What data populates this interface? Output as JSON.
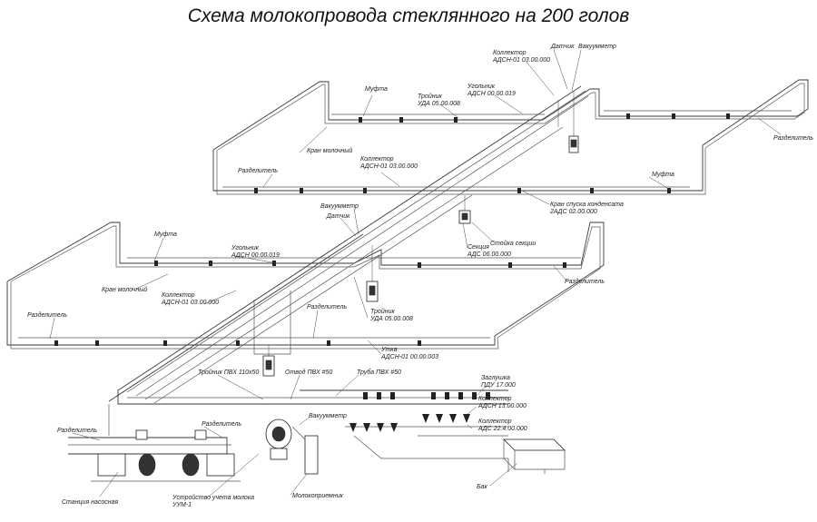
{
  "title": "Схема молокопровода стеклянного на 200 голов",
  "labels": {
    "kollektor_top_1": "Коллектор",
    "kollektor_top_2": "АДСН-01 03.00.000",
    "datchik_top": "Датчик",
    "vakuummetr_top": "Вакуумметр",
    "uglnik_top_1": "Угольник",
    "uglnik_top_2": "АДСН 00.00.019",
    "troynik_top_1": "Тройник",
    "troynik_top_2": "УДА 05.00.008",
    "mufta_top": "Муфта",
    "razdelitel_right_top": "Разделитель",
    "kran_molochny_top": "Кран молочный",
    "kollektor_mid_1": "Коллектор",
    "kollektor_mid_2": "АДСН-01 03.00.000",
    "razdelitel_mid": "Разделитель",
    "mufta_mid": "Муфта",
    "kran_spuska_1": "Кран спуска конденсата",
    "kran_spuska_2": "2АДС 02.00.000",
    "vakuummetr_mid": "Вакуумметр",
    "datchik_mid": "Датчик",
    "stoyka": "Стойка секции",
    "sekciya_1": "Секция",
    "sekciya_2": "АДС 06.00.000",
    "mufta_left": "Муфта",
    "uglnik_left_1": "Угольник",
    "uglnik_left_2": "АДСН 00.00.019",
    "razdelitel_right_low": "Разделитель",
    "kran_molochny_left": "Кран молочный",
    "kollektor_left_1": "Коллектор",
    "kollektor_left_2": "АДСН-01 03.00.000",
    "razdelitel_left": "Разделитель",
    "razdelitel_center": "Разделитель",
    "troynik_low_1": "Тройник",
    "troynik_low_2": "УДА 05.00.008",
    "utka_1": "Утка",
    "utka_2": "АДСН-01 00.00.003",
    "troynik_pvh": "Тройник ПВХ 110х50",
    "otvod_pvh": "Отвод ПВХ #50",
    "truba_pvh": "Труба ПВХ #50",
    "zaglushka_1": "Заглушка",
    "zaglushka_2": "ПДУ 17.000",
    "kollektor_r1_1": "Коллектор",
    "kollektor_r1_2": "АДСН 13.00.000",
    "kollektor_r2_1": "Коллектор",
    "kollektor_r2_2": "АДС 22.4.00.000",
    "razdelitel_station": "Разделитель",
    "razdelitel_station2": "Разделитель",
    "vakuummetr_low": "Вакуумметр",
    "stanciya": "Станция насосная",
    "ustroystvo_1": "Устройство учета молока",
    "ustroystvo_2": "УУМ-1",
    "molokopriemnik": "Молокоприемник",
    "bak": "Бак"
  }
}
